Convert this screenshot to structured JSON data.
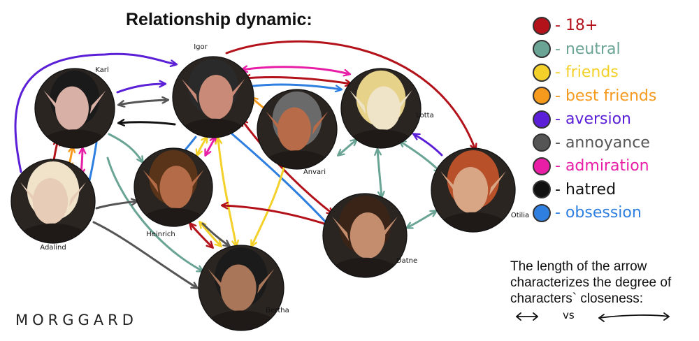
{
  "title": "Relationship dynamic:",
  "brand": "MORGGARD",
  "legend": [
    {
      "label": "18+",
      "color": "#b3121a"
    },
    {
      "label": "neutral",
      "color": "#6aa495"
    },
    {
      "label": "friends",
      "color": "#f4d12a"
    },
    {
      "label": "best friends",
      "color": "#f59a1c"
    },
    {
      "label": "aversion",
      "color": "#5a1fd6"
    },
    {
      "label": "annoyance",
      "color": "#555555"
    },
    {
      "label": "admiration",
      "color": "#e81fa6"
    },
    {
      "label": "hatred",
      "color": "#111111"
    },
    {
      "label": "obsession",
      "color": "#2f7fe0"
    }
  ],
  "note": "The length of the arrow characterizes the degree of characters` closeness:",
  "scale_vs": "vs",
  "characters": [
    {
      "id": "karl",
      "name": "Karl",
      "skin": "#d9b0a6",
      "hair": "#1a1a1a"
    },
    {
      "id": "igor",
      "name": "Igor",
      "skin": "#c98a78",
      "hair": "#2a2a2a"
    },
    {
      "id": "anvari",
      "name": "Anvari",
      "skin": "#b86b48",
      "hair": "#6a6a6a"
    },
    {
      "id": "lotta",
      "name": "Lotta",
      "skin": "#efe4c8",
      "hair": "#e7d28a"
    },
    {
      "id": "adalind",
      "name": "Adalind",
      "skin": "#e7cdb8",
      "hair": "#f1e3c9"
    },
    {
      "id": "heinrich",
      "name": "Heinrich",
      "skin": "#b46b47",
      "hair": "#5a3418"
    },
    {
      "id": "otilia",
      "name": "Otilia",
      "skin": "#d8a585",
      "hair": "#b8502a"
    },
    {
      "id": "datne",
      "name": "Datne",
      "skin": "#c48e6e",
      "hair": "#3a2418"
    },
    {
      "id": "bertha",
      "name": "Bertha",
      "skin": "#a9765a",
      "hair": "#1b1b1b"
    }
  ]
}
